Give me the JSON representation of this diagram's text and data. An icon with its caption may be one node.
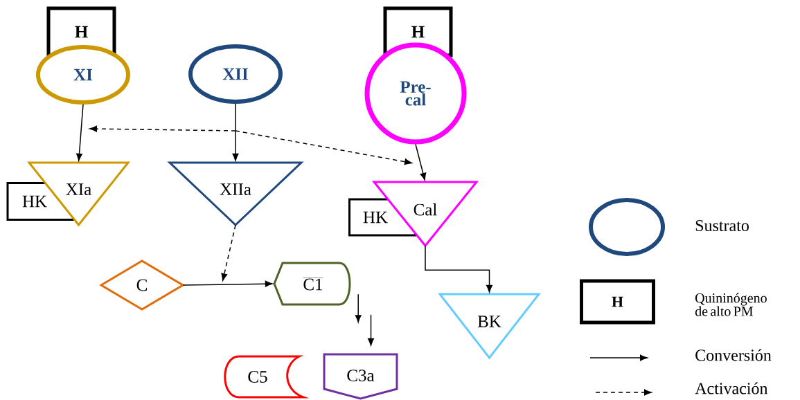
{
  "diagram": {
    "nodes": [
      {
        "text": [
          "H"
        ]
      },
      {
        "text": [
          "XI"
        ]
      },
      {
        "text": [
          "XII"
        ]
      },
      {
        "text": [
          "H"
        ]
      },
      {
        "text": [
          "Pre- cal"
        ]
      },
      {
        "text": [
          "HK"
        ]
      },
      {
        "text": [
          "XIa"
        ]
      },
      {
        "text": [
          "XIIa"
        ]
      },
      {
        "text": [
          "HK"
        ]
      },
      {
        "text": [
          "Cal"
        ]
      },
      {
        "text": [
          "C"
        ]
      },
      {
        "text": [
          "C1"
        ]
      },
      {
        "text": [
          "BK"
        ]
      },
      {
        "text": [
          "C5"
        ]
      },
      {
        "text": [
          "C3a"
        ]
      }
    ],
    "edges": [
      {
        "from": 1,
        "to": 6,
        "arrow": "to"
      },
      {
        "from": 2,
        "to": 7,
        "arrow": "to"
      },
      {
        "from": 4,
        "to": 9,
        "arrow": "to"
      },
      {
        "from": 2,
        "to": null,
        "arrow": "to",
        "style": "dashed"
      },
      {
        "from": 2,
        "to": null,
        "arrow": "to",
        "style": "dashed"
      },
      {
        "from": 9,
        "to": 12,
        "arrow": "to"
      },
      {
        "from": 7,
        "to": null,
        "arrow": "to",
        "style": "dashed"
      },
      {
        "from": 10,
        "to": 11,
        "arrow": "to"
      },
      {
        "from": 11,
        "to": null,
        "arrow": "to"
      },
      {
        "from": null,
        "to": 14,
        "arrow": "to"
      }
    ],
    "labels": [
      "H"
    ],
    "legend": [
      {
        "text": "Sustrato"
      },
      {
        "text": "Quininógeno de alto PM"
      },
      {
        "text": "Conversión"
      },
      {
        "text": "Activación"
      }
    ]
  }
}
